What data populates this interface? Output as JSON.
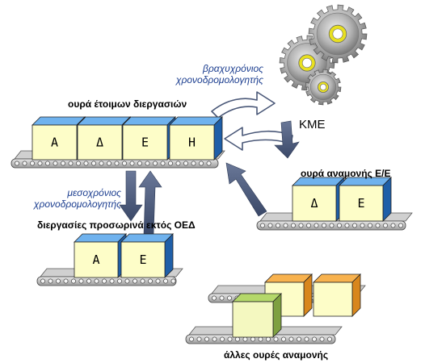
{
  "labels": {
    "short_term_scheduler_line1": "βραχυχρόνιος",
    "short_term_scheduler_line2": "χρονοδρομολογητής",
    "cpu": "ΚΜΕ",
    "ready_queue": "ουρά έτοιμων διεργασιών",
    "io_queue": "ουρά αναμονής Ε/Ε",
    "mid_term_scheduler_line1": "μεσοχρόνιος",
    "mid_term_scheduler_line2": "χρονοδρομολογητής",
    "swapped_out": "διεργασίες προσωρινά εκτός ΟΕΔ",
    "other_queues": "άλλες ουρές αναμονής"
  },
  "ready_queue_items": [
    "Α",
    "Δ",
    "Ε",
    "Η"
  ],
  "io_queue_items": [
    "Δ",
    "Ε"
  ],
  "swapped_out_items": [
    "Α",
    "Ε"
  ],
  "colors": {
    "box_front": "#fdfdc8",
    "box_top": "#6fb2ee",
    "box_side": "#1f5fa8",
    "other_box_front": "#f4f8c0",
    "other_box_top": "#b4d86a",
    "other_box_side": "#7ea040",
    "orange_front": "#fdfdc8",
    "orange_top": "#f8b24e",
    "orange_side": "#d8861c",
    "gear": "#b0b0b0",
    "arrow": "#4a5878",
    "text_blue": "#1b3d8f"
  }
}
